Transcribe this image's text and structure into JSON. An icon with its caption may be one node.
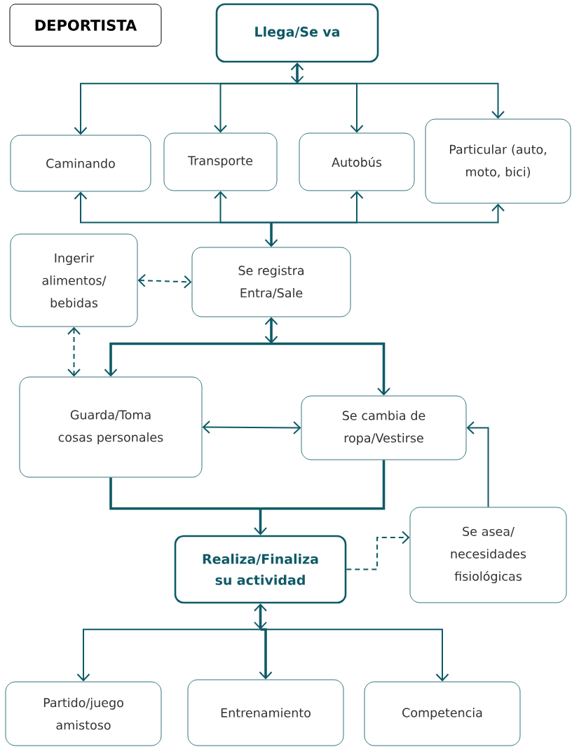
{
  "diagram": {
    "nodes": [
      {
        "text": [
          "DEPORTISTA"
        ]
      },
      {
        "text": [
          "Llega/Se va"
        ]
      },
      {
        "text": [
          "Caminando"
        ]
      },
      {
        "text": [
          "Transporte"
        ]
      },
      {
        "text": [
          "Autobús"
        ]
      },
      {
        "text": [
          "Particular (auto, moto, bici)"
        ]
      },
      {
        "text": [
          "Ingerir alimentos/ bebidas"
        ]
      },
      {
        "text": [
          "Se registra Entra/Sale"
        ]
      },
      {
        "text": [
          "Guarda/Toma cosas personales"
        ]
      },
      {
        "text": [
          "Se cambia de ropa/Vestirse"
        ]
      },
      {
        "text": [
          "Realiza/Finaliza su actividad"
        ]
      },
      {
        "text": [
          "Se asea/ necesidades fisiológicas"
        ]
      },
      {
        "text": [
          "Partido/juego amistoso"
        ]
      },
      {
        "text": [
          "Entrenamiento"
        ]
      },
      {
        "text": [
          "Competencia"
        ]
      }
    ],
    "edges": [
      {
        "from": 1,
        "to": 2,
        "arrow": "both"
      },
      {
        "from": 1,
        "to": 3,
        "arrow": "both"
      },
      {
        "from": 1,
        "to": 4,
        "arrow": "both"
      },
      {
        "from": 1,
        "to": 5,
        "arrow": "both"
      },
      {
        "from": 2,
        "to": 7,
        "arrow": "both"
      },
      {
        "from": 3,
        "to": 7,
        "arrow": "both"
      },
      {
        "from": 4,
        "to": 7,
        "arrow": "both"
      },
      {
        "from": 5,
        "to": 7,
        "arrow": "both"
      },
      {
        "from": 6,
        "to": 7,
        "arrow": "both",
        "style": "dashed"
      },
      {
        "from": 6,
        "to": 8,
        "arrow": "both",
        "style": "dashed"
      },
      {
        "from": 7,
        "to": 8,
        "arrow": "both",
        "style": "thick"
      },
      {
        "from": 7,
        "to": 9,
        "arrow": "both",
        "style": "thick"
      },
      {
        "from": 8,
        "to": 9,
        "arrow": "both"
      },
      {
        "from": 8,
        "to": 10,
        "arrow": "to",
        "style": "thick"
      },
      {
        "from": 9,
        "to": 10,
        "arrow": "to",
        "style": "thick"
      },
      {
        "from": 10,
        "to": 11,
        "arrow": "to",
        "style": "dashed"
      },
      {
        "from": 11,
        "to": 9,
        "arrow": "to"
      },
      {
        "from": 10,
        "to": 12,
        "arrow": "both"
      },
      {
        "from": 10,
        "to": 13,
        "arrow": "both",
        "style": "thick"
      },
      {
        "from": 10,
        "to": 14,
        "arrow": "both"
      }
    ]
  }
}
